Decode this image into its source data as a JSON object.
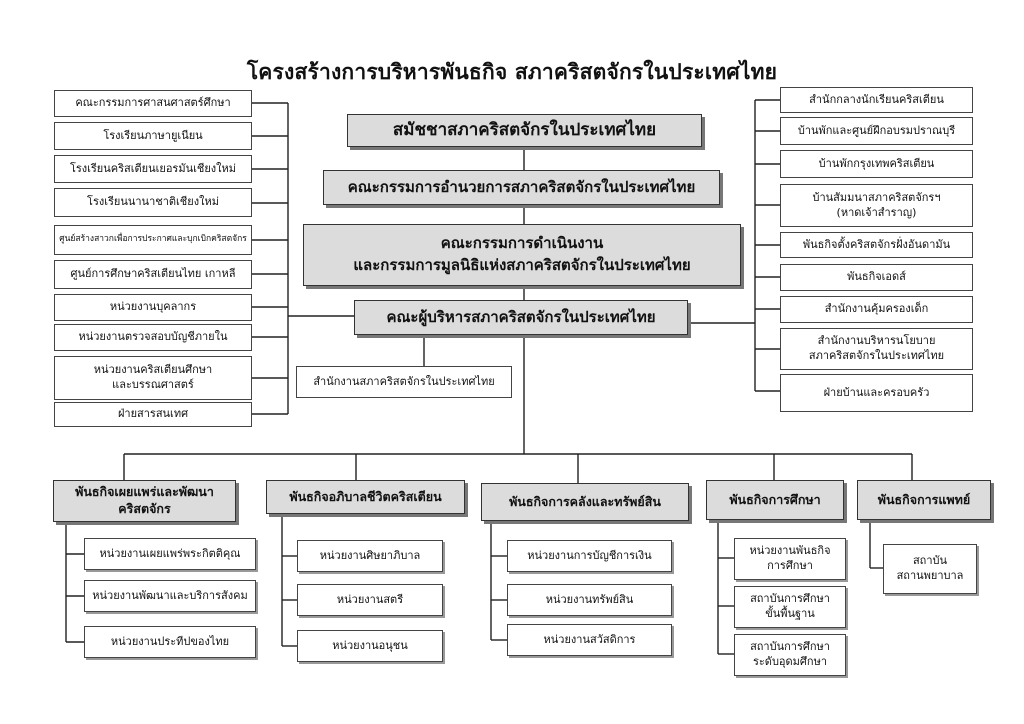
{
  "title": "โครงสร้างการบริหารพันธกิจ สภาคริสตจักรในประเทศไทย",
  "governance": [
    "สมัชชาสภาคริสตจักรในประเทศไทย",
    "คณะกรรมการอำนวยการสภาคริสตจักรในประเทศไทย",
    "คณะกรรมการดำเนินงาน\nและกรรมการมูลนิธิแห่งสภาคริสตจักรในประเทศไทย",
    "คณะผู้บริหารสภาคริสตจักรในประเทศไทย"
  ],
  "office": "สำนักงานสภาคริสตจักรในประเทศไทย",
  "left_units": [
    "คณะกรรมการศาสนศาสตร์ศึกษา",
    "โรงเรียนภาษายูเนียน",
    "โรงเรียนคริสเตียนเยอรมันเชียงใหม่",
    "โรงเรียนนานาชาติเชียงใหม่",
    "ศูนย์สร้างสาวกเพื่อการประกาศและบุกเบิกคริสตจักร",
    "ศูนย์การศึกษาคริสเตียนไทย  เกาหลี",
    "หน่วยงานบุคลากร",
    "หน่วยงานตรวจสอบบัญชีภายใน",
    "หน่วยงานคริสเตียนศึกษา\nและบรรณศาสตร์",
    "ฝ่ายสารสนเทศ"
  ],
  "right_units": [
    "สำนักกลางนักเรียนคริสเตียน",
    "บ้านพักและศูนย์ฝึกอบรมปราณบุรี",
    "บ้านพักกรุงเทพคริสเตียน",
    "บ้านสัมมนาสภาคริสตจักรฯ\n(หาดเจ้าสำราญ)",
    "พันธกิจตั้งคริสตจักรฝั่งอันดามัน",
    "พันธกิจเอดส์",
    "สำนักงานคุ้มครองเด็ก",
    "สำนักงานบริหารนโยบาย\nสภาคริสตจักรในประเทศไทย",
    "ฝ่ายบ้านและครอบครัว"
  ],
  "departments": [
    {
      "name": "พันธกิจเผยแพร่และพัฒนา\nคริสตจักร",
      "units": [
        "หน่วยงานเผยแพร่พระกิตติคุณ",
        "หน่วยงานพัฒนาและบริการสังคม",
        "หน่วยงานประทีปของไทย"
      ]
    },
    {
      "name": "พันธกิจอภิบาลชีวิตคริสเตียน",
      "units": [
        "หน่วยงานศิษยาภิบาล",
        "หน่วยงานสตรี",
        "หน่วยงานอนุชน"
      ]
    },
    {
      "name": "พันธกิจการคลังและทรัพย์สิน",
      "units": [
        "หน่วยงานการบัญชีการเงิน",
        "หน่วยงานทรัพย์สิน",
        "หน่วยงานสวัสดิการ"
      ]
    },
    {
      "name": "พันธกิจการศึกษา",
      "units": [
        "หน่วยงานพันธกิจ\nการศึกษา",
        "สถาบันการศึกษา\nขั้นพื้นฐาน",
        "สถาบันการศึกษา\nระดับอุดมศึกษา"
      ]
    },
    {
      "name": "พันธกิจการแพทย์",
      "units": [
        "สถาบัน\nสถานพยาบาล"
      ]
    }
  ]
}
